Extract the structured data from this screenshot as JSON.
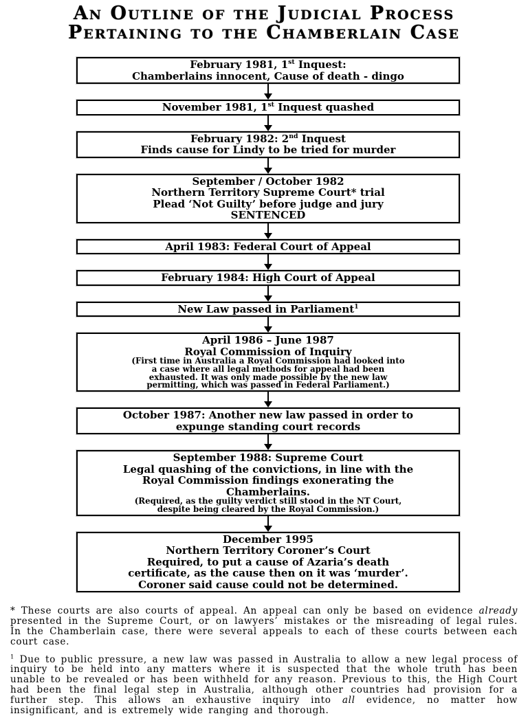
{
  "page": {
    "background_color": "#ffffff",
    "text_color": "#000000"
  },
  "title": {
    "line1": "An Outline of the Judicial Process",
    "line2": "Pertaining to the Chamberlain Case"
  },
  "flowchart": {
    "boxes": [
      {
        "name": "inquest-1",
        "lines": [
          {
            "segments": [
              {
                "t": "February 1981, 1"
              },
              {
                "t": "st",
                "sup": true
              },
              {
                "t": " Inquest:"
              }
            ]
          },
          {
            "segments": [
              {
                "t": "Chamberlains innocent, Cause of death - dingo"
              }
            ]
          }
        ]
      },
      {
        "name": "inquest-1-quashed",
        "lines": [
          {
            "segments": [
              {
                "t": "November 1981, 1"
              },
              {
                "t": "st",
                "sup": true
              },
              {
                "t": " Inquest quashed"
              }
            ]
          }
        ]
      },
      {
        "name": "inquest-2",
        "lines": [
          {
            "segments": [
              {
                "t": "February 1982: 2"
              },
              {
                "t": "nd",
                "sup": true
              },
              {
                "t": " Inquest"
              }
            ]
          },
          {
            "segments": [
              {
                "t": "Finds cause for Lindy to be tried for murder"
              }
            ]
          }
        ]
      },
      {
        "name": "nt-supreme-court-trial",
        "lines": [
          {
            "segments": [
              {
                "t": "September / October 1982"
              }
            ]
          },
          {
            "segments": [
              {
                "t": "Northern Territory Supreme Court* trial"
              }
            ]
          },
          {
            "segments": [
              {
                "t": "Plead ‘Not Guilty’ before judge and jury"
              }
            ]
          },
          {
            "segments": [
              {
                "t": "SENTENCED"
              }
            ]
          }
        ]
      },
      {
        "name": "federal-court-appeal",
        "lines": [
          {
            "segments": [
              {
                "t": "April 1983: Federal Court of Appeal"
              }
            ]
          }
        ]
      },
      {
        "name": "high-court-appeal",
        "lines": [
          {
            "segments": [
              {
                "t": "February 1984: High Court of Appeal"
              }
            ]
          }
        ]
      },
      {
        "name": "new-law-parliament",
        "lines": [
          {
            "segments": [
              {
                "t": "New Law passed in Parliament"
              },
              {
                "t": "1",
                "sup": true
              }
            ]
          }
        ]
      },
      {
        "name": "royal-commission-inquiry",
        "lines": [
          {
            "segments": [
              {
                "t": "April 1986 – June 1987"
              }
            ]
          },
          {
            "segments": [
              {
                "t": "Royal Commission of Inquiry"
              }
            ]
          },
          {
            "small": true,
            "segments": [
              {
                "t": "(First time in Australia a Royal Commission had looked into"
              }
            ]
          },
          {
            "small": true,
            "segments": [
              {
                "t": "a case where all legal methods for appeal had been"
              }
            ]
          },
          {
            "small": true,
            "segments": [
              {
                "t": "exhausted. It was only made possible by the new law"
              }
            ]
          },
          {
            "small": true,
            "segments": [
              {
                "t": "permitting, which was passed in Federal Parliament.)"
              }
            ]
          }
        ]
      },
      {
        "name": "expunge-records-law",
        "lines": [
          {
            "segments": [
              {
                "t": "October 1987: Another new law passed in order to"
              }
            ]
          },
          {
            "segments": [
              {
                "t": "expunge standing court records"
              }
            ]
          }
        ]
      },
      {
        "name": "supreme-court-quashing",
        "lines": [
          {
            "segments": [
              {
                "t": "September 1988: Supreme Court"
              }
            ]
          },
          {
            "segments": [
              {
                "t": "Legal quashing of the convictions, in line with the"
              }
            ]
          },
          {
            "segments": [
              {
                "t": "Royal Commission findings exonerating the"
              }
            ]
          },
          {
            "segments": [
              {
                "t": "Chamberlains."
              }
            ]
          },
          {
            "small": true,
            "segments": [
              {
                "t": "(Required, as the guilty verdict still stood in the NT Court,"
              }
            ]
          },
          {
            "small": true,
            "segments": [
              {
                "t": "despite being cleared by the Royal Commission.)"
              }
            ]
          }
        ]
      },
      {
        "name": "nt-coroners-court",
        "lines": [
          {
            "segments": [
              {
                "t": "December 1995"
              }
            ]
          },
          {
            "segments": [
              {
                "t": "Northern Territory Coroner’s Court"
              }
            ]
          },
          {
            "segments": [
              {
                "t": "Required, to put a cause of Azaria’s death"
              }
            ]
          },
          {
            "segments": [
              {
                "t": "certificate, as the cause then on it was ‘murder’."
              }
            ]
          },
          {
            "segments": [
              {
                "t": "Coroner said cause could not be determined."
              }
            ]
          }
        ]
      }
    ]
  },
  "footnotes": {
    "asterisk": {
      "pre": "* These courts are also courts of appeal. An appeal can only be based on evidence ",
      "italic": "already",
      "post": " presented in the Supreme Court, or on lawyers’ mistakes or the misreading of legal rules. In the Chamberlain case, there were several appeals to each of these courts between each court case."
    },
    "one": {
      "marker": "1",
      "pre": " Due to public pressure, a new law was passed in Australia to allow a new legal process of inquiry to be held into any matters where it is suspected that the whole truth has been unable to be revealed or has been withheld for any reason. Previous to this, the High Court had been the final legal step in Australia, although other countries had provision for a further step. This allows an exhaustive inquiry into ",
      "italic": "all",
      "post": " evidence, no matter how insignificant, and is extremely wide ranging and thorough."
    }
  }
}
